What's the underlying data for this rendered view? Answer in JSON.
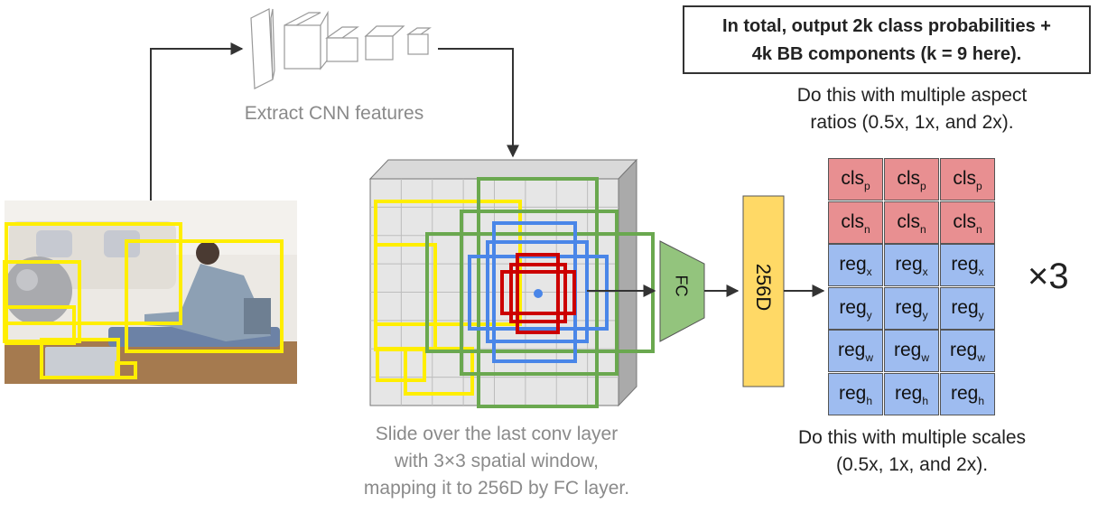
{
  "total_note": {
    "line1": "In total, output 2k class probabilities +",
    "line2": "4k BB components (k = 9 here)."
  },
  "aspect_note": {
    "line1": "Do this with multiple aspect",
    "line2": "ratios (0.5x, 1x, and 2x)."
  },
  "cnn_label": "Extract CNN features",
  "slide_note": {
    "line1": "Slide over the last conv layer",
    "line2": "with 3×3 spatial window,",
    "line3": "mapping it to 256D by FC layer."
  },
  "scales_note": {
    "line1": "Do this with multiple scales",
    "line2": "(0.5x, 1x, and 2x)."
  },
  "fc_label": "FC",
  "d256_label": "256D",
  "multiplier": "×3",
  "output_grid": [
    {
      "base": "cls",
      "sub": "p"
    },
    {
      "base": "cls",
      "sub": "n"
    },
    {
      "base": "reg",
      "sub": "x"
    },
    {
      "base": "reg",
      "sub": "y"
    },
    {
      "base": "reg",
      "sub": "w"
    },
    {
      "base": "reg",
      "sub": "h"
    }
  ],
  "colors": {
    "yellow_box": "#ffee00",
    "green_box": "#6aa84f",
    "blue_box": "#4a86e8",
    "red_box": "#cc0000",
    "fc": "#93c47d",
    "d256": "#ffd966",
    "cls_cell": "#e88f91",
    "reg_cell": "#9ebcf0"
  }
}
